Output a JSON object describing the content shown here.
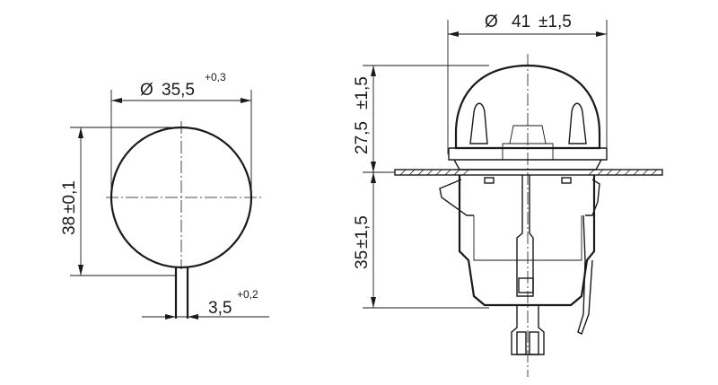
{
  "left_view": {
    "diameter": {
      "symbol": "Ø",
      "value": "35,5",
      "tolerance": "+0,3"
    },
    "height": {
      "value": "38",
      "tolerance": "±0,1"
    },
    "tab": {
      "value": "3,5",
      "tolerance": "+0,2"
    }
  },
  "right_view": {
    "diameter": {
      "symbol": "Ø",
      "value": "41",
      "tolerance": "±1,5"
    },
    "upper_height": {
      "value": "27,5",
      "tolerance": "±1,5"
    },
    "lower_height": {
      "value": "35",
      "tolerance": "±1,5"
    }
  }
}
